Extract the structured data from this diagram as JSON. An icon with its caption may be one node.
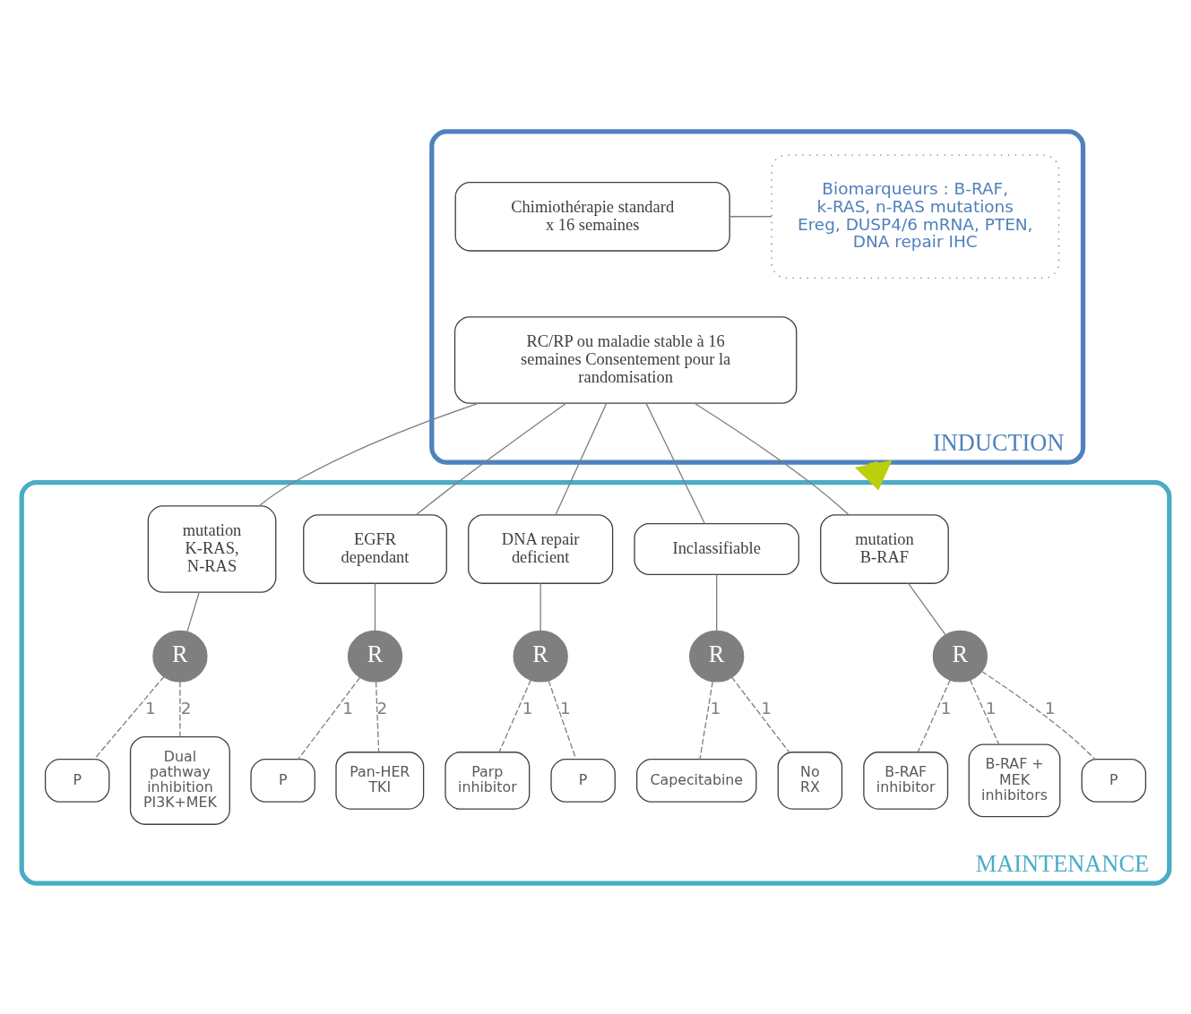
{
  "diagram": {
    "nodes": [
      {
        "text": [
          "INDUCTION"
        ]
      },
      {
        "text": [
          "Chimiothérapie standard x 16 semaines"
        ],
        "in": 0
      },
      {
        "text": [
          "Biomarqueurs : B-RAF, k-RAS, n-RAS mutations Ereg, DUSP4/6 mRNA, PTEN, DNA repair IHC"
        ],
        "in": 0
      },
      {
        "text": [
          "RC/RP ou maladie stable à 16 semaines Consentement pour la randomisation"
        ],
        "in": 0
      },
      {
        "text": [
          "MAINTENANCE"
        ]
      },
      {
        "text": [
          "mutation B-RAF"
        ],
        "in": 4
      },
      {
        "text": [
          "mutation K-RAS, N-RAS"
        ],
        "in": 4
      },
      {
        "text": [
          "EGFR dependant"
        ],
        "in": 4
      },
      {
        "text": [
          "DNA repair deficient"
        ],
        "in": 4
      },
      {
        "text": [
          "Inclassifiable"
        ],
        "in": 4
      },
      {
        "text": [
          "R"
        ],
        "in": 4
      },
      {
        "text": [
          "P"
        ],
        "in": 4
      },
      {
        "text": [
          "B-RAF inhibitor"
        ],
        "in": 4
      },
      {
        "text": [
          "B-RAF + MEK inhibitors"
        ],
        "in": 4
      },
      {
        "text": [
          "R"
        ],
        "in": 4
      },
      {
        "text": [
          "P"
        ],
        "in": 4
      },
      {
        "text": [
          "Dual pathway inhibition PI3K+MEK"
        ],
        "in": 4
      },
      {
        "text": [
          "R"
        ],
        "in": 4
      },
      {
        "text": [
          "P"
        ],
        "in": 4
      },
      {
        "text": [
          "Pan-HER TKI"
        ],
        "in": 4
      },
      {
        "text": [
          "R"
        ],
        "in": 4
      },
      {
        "text": [
          "P"
        ],
        "in": 4
      },
      {
        "text": [
          "Parp inhibitor"
        ],
        "in": 4
      },
      {
        "text": [
          "R"
        ],
        "in": 4
      },
      {
        "text": [
          "No RX"
        ],
        "in": 4
      },
      {
        "text": [
          "Capecitabine"
        ],
        "in": 4
      }
    ],
    "edges": [
      {
        "from": 1,
        "to": 2,
        "arrow": "none"
      },
      {
        "from": 0,
        "to": 4,
        "arrow": "to",
        "style": "thick",
        "color": "#bccf0c"
      },
      {
        "from": 3,
        "to": 5,
        "arrow": "none"
      },
      {
        "from": 3,
        "to": 6,
        "arrow": "none"
      },
      {
        "from": 3,
        "to": 7,
        "arrow": "none"
      },
      {
        "from": 3,
        "to": 8,
        "arrow": "none"
      },
      {
        "from": 3,
        "to": 9,
        "arrow": "none"
      },
      {
        "from": 5,
        "to": 10,
        "arrow": "none"
      },
      {
        "from": 10,
        "to": 11,
        "arrow": "none",
        "label": "1",
        "style": "dashed"
      },
      {
        "from": 10,
        "to": 12,
        "arrow": "none",
        "label": "1",
        "style": "dashed"
      },
      {
        "from": 10,
        "to": 13,
        "arrow": "none",
        "label": "1",
        "style": "dashed"
      },
      {
        "from": 6,
        "to": 14,
        "arrow": "none"
      },
      {
        "from": 14,
        "to": 15,
        "arrow": "none",
        "label": "1",
        "style": "dashed"
      },
      {
        "from": 14,
        "to": 16,
        "arrow": "none",
        "label": "2",
        "style": "dashed"
      },
      {
        "from": 7,
        "to": 17,
        "arrow": "none"
      },
      {
        "from": 17,
        "to": 18,
        "arrow": "none",
        "label": "1",
        "style": "dashed"
      },
      {
        "from": 17,
        "to": 19,
        "arrow": "none",
        "label": "2",
        "style": "dashed"
      },
      {
        "from": 8,
        "to": 20,
        "arrow": "none"
      },
      {
        "from": 20,
        "to": 21,
        "arrow": "none",
        "label": "1",
        "style": "dashed"
      },
      {
        "from": 20,
        "to": 22,
        "arrow": "none",
        "label": "1",
        "style": "dashed"
      },
      {
        "from": 9,
        "to": 23,
        "arrow": "none"
      },
      {
        "from": 23,
        "to": 24,
        "arrow": "none",
        "label": "1",
        "style": "dashed"
      },
      {
        "from": 23,
        "to": 25,
        "arrow": "none",
        "label": "1",
        "style": "dashed"
      }
    ]
  }
}
